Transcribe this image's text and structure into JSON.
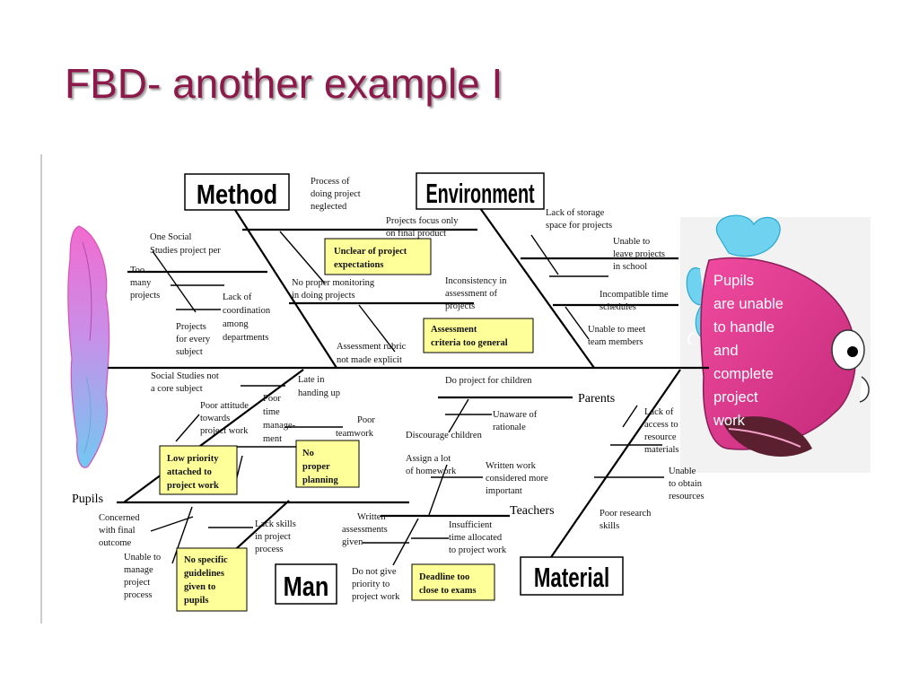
{
  "slide": {
    "title": "FBD- another example I"
  },
  "diagram": {
    "effect": [
      "Pupils",
      "are unable",
      "to handle",
      "and",
      "complete",
      "project",
      "work"
    ],
    "categories": {
      "method": "Method",
      "environment": "Environment",
      "man": "Man",
      "material": "Material"
    },
    "sub_labels": {
      "parents": "Parents",
      "teachers": "Teachers",
      "pupils": "Pupils"
    },
    "causes": {
      "process_of_doing": [
        "Process of",
        "doing project",
        "neglected"
      ],
      "one_social_studies": [
        "One Social",
        "Studies project per"
      ],
      "too_many": [
        "Too",
        "many",
        "projects"
      ],
      "lack_coordination": [
        "Lack of",
        "coordination",
        "among",
        "departments"
      ],
      "projects_every": [
        "Projects",
        "for every",
        "subject"
      ],
      "focus_final": [
        "Projects focus only",
        "on final product"
      ],
      "no_monitoring": [
        "No proper monitoring",
        "in doing projects"
      ],
      "inconsistency": [
        "Inconsistency in",
        "assessment of",
        "projects"
      ],
      "rubric": [
        "Assessment rubric",
        "not made explicit"
      ],
      "storage": [
        "Lack of storage",
        "space for projects"
      ],
      "unable_leave": [
        "Unable to",
        "leave projects",
        "in school"
      ],
      "incompatible": [
        "Incompatible time",
        "schedules"
      ],
      "unable_meet": [
        "Unable to meet",
        "team members"
      ],
      "not_core": [
        "Social Studies not",
        "a core subject"
      ],
      "poor_attitude": [
        "Poor attitude",
        "towards",
        "project work"
      ],
      "poor_time": [
        "Poor",
        "time",
        "manage-",
        "ment"
      ],
      "late_handing": [
        "Late in",
        "handing up"
      ],
      "poor_teamwork": [
        "Poor",
        "teamwork"
      ],
      "do_for_children": [
        "Do project for children"
      ],
      "unaware": [
        "Unaware of",
        "rationale"
      ],
      "discourage": [
        "Discourage children"
      ],
      "homework": [
        "Assign a lot",
        "of homework"
      ],
      "written_work": [
        "Written work",
        "considered more",
        "important"
      ],
      "concerned": [
        "Concerned",
        "with final",
        "outcome"
      ],
      "unable_manage": [
        "Unable to",
        "manage",
        "project",
        "process"
      ],
      "lack_skills": [
        "Lack skills",
        "in project",
        "process"
      ],
      "written_assess": [
        "Written",
        "assessments",
        "given"
      ],
      "no_priority": [
        "Do not give",
        "priority to",
        "project work"
      ],
      "insufficient": [
        "Insufficient",
        "time allocated",
        "to project work"
      ],
      "access": [
        "Lack of",
        "access to",
        "resource",
        "materials"
      ],
      "obtain": [
        "Unable",
        "to obtain",
        "resources"
      ],
      "research": [
        "Poor research",
        "skills"
      ]
    },
    "highlights": {
      "unclear": [
        "Unclear of project",
        "expectations"
      ],
      "assessment": [
        "Assessment",
        "criteria too general"
      ],
      "low_priority": [
        "Low priority",
        "attached to",
        "project work"
      ],
      "no_planning": [
        "No",
        "proper",
        "planning"
      ],
      "no_guidelines": [
        "No specific",
        "guidelines",
        "given to",
        "pupils"
      ],
      "deadline": [
        "Deadline too",
        "close to exams"
      ]
    },
    "colors": {
      "title": "#8b1a4a",
      "highlight_fill": "#ffff99",
      "fish_body": "#e8328a",
      "fish_tail": "#7ec8f0",
      "fish_fin": "#6fd3ef"
    }
  }
}
